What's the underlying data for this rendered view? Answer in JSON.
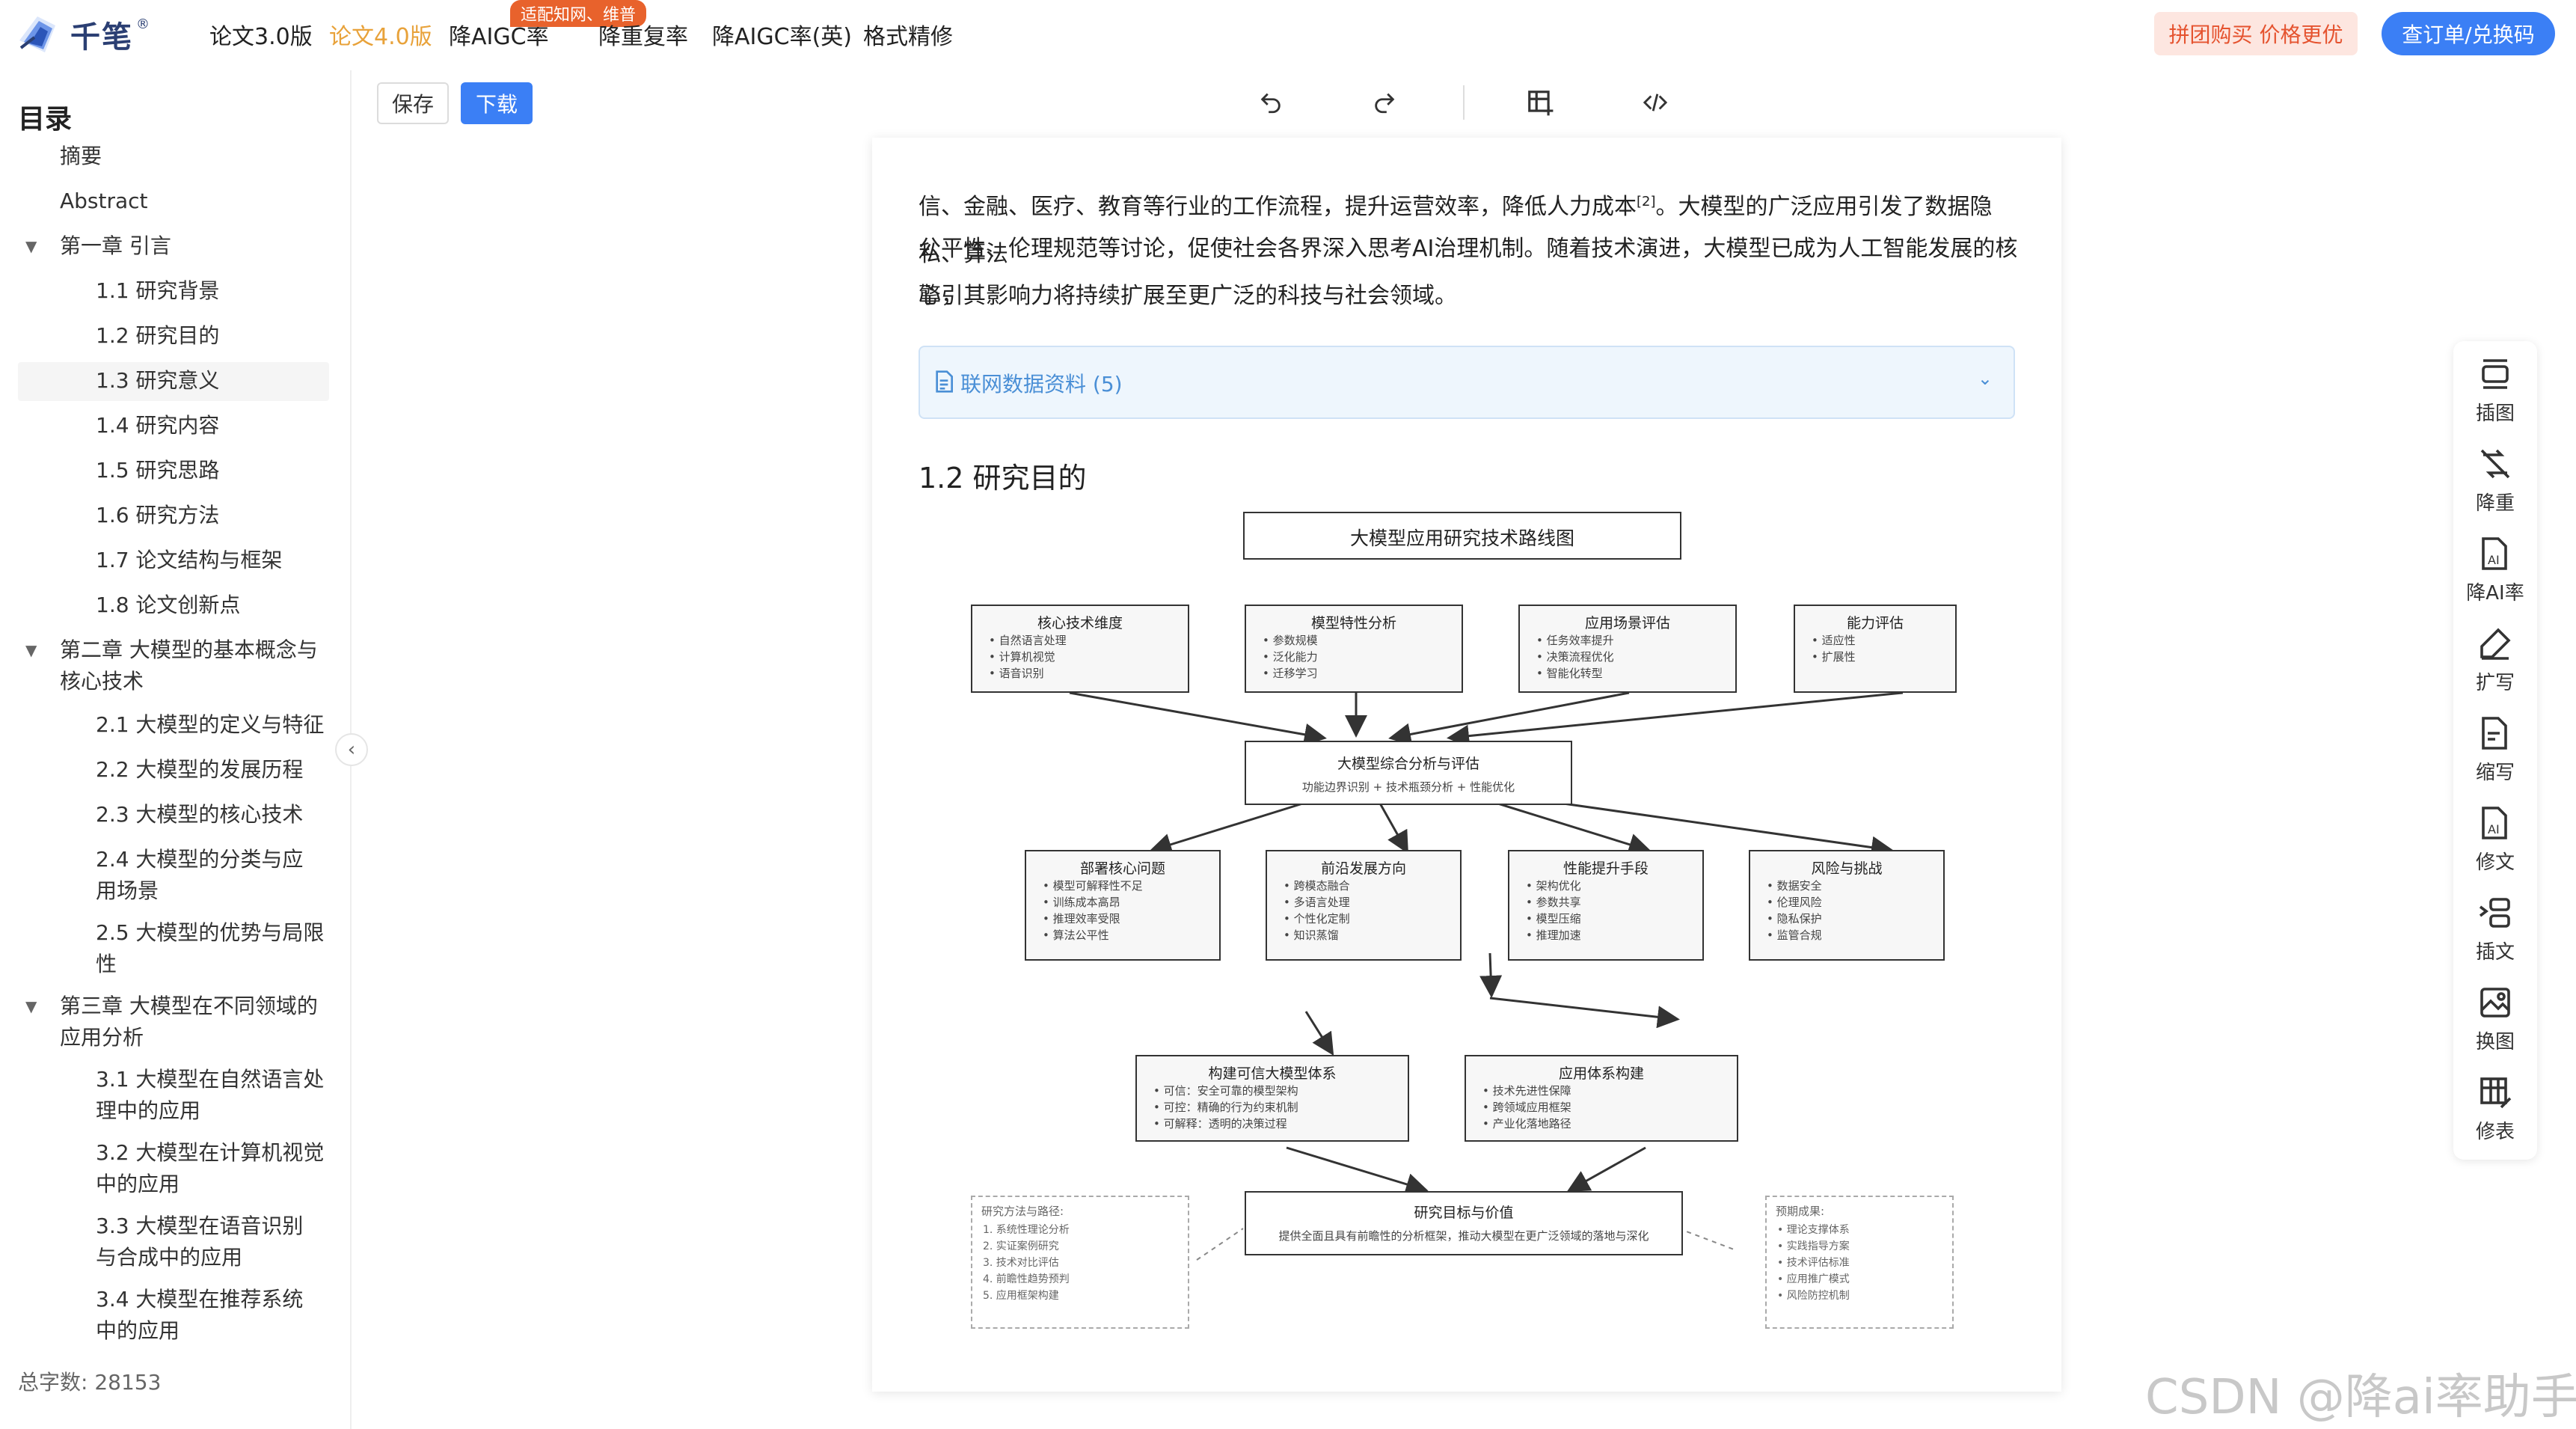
{
  "brand": {
    "name": "千笔",
    "reg_mark": "®",
    "color": "#2b3f73"
  },
  "nav": {
    "items": [
      "论文3.0版",
      "论文4.0版",
      "降AIGC率",
      "降重复率",
      "降AIGC率(英)",
      "格式精修"
    ],
    "active_index": 1,
    "badge": "适配知网、维普",
    "group_buy": "拼团购买 价格更优",
    "order": "查订单/兑换码"
  },
  "colors": {
    "accent": "#3b7ff5",
    "active_nav": "#e8a23a",
    "badge": "#e8622c"
  },
  "sidebar": {
    "title": "目录",
    "items": [
      {
        "label": "摘要",
        "level": 1
      },
      {
        "label": "Abstract",
        "level": 1
      },
      {
        "label": "第一章 引言",
        "level": 1,
        "expanded": true
      },
      {
        "label": "1.1 研究背景",
        "level": 2
      },
      {
        "label": "1.2 研究目的",
        "level": 2
      },
      {
        "label": "1.3 研究意义",
        "level": 2,
        "selected": true
      },
      {
        "label": "1.4 研究内容",
        "level": 2
      },
      {
        "label": "1.5 研究思路",
        "level": 2
      },
      {
        "label": "1.6 研究方法",
        "level": 2
      },
      {
        "label": "1.7 论文结构与框架",
        "level": 2
      },
      {
        "label": "1.8 论文创新点",
        "level": 2
      },
      {
        "label": "第二章 大模型的基本概念与",
        "label2": "核心技术",
        "level": 1,
        "expanded": true
      },
      {
        "label": "2.1 大模型的定义与特征",
        "level": 2
      },
      {
        "label": "2.2 大模型的发展历程",
        "level": 2
      },
      {
        "label": "2.3 大模型的核心技术",
        "level": 2
      },
      {
        "label": "2.4 大模型的分类与应",
        "label2": "用场景",
        "level": 2
      },
      {
        "label": "2.5 大模型的优势与局限",
        "label2": "性",
        "level": 2
      },
      {
        "label": "第三章 大模型在不同领域的",
        "label2": "应用分析",
        "level": 1,
        "expanded": true
      },
      {
        "label": "3.1 大模型在自然语言处",
        "label2": "理中的应用",
        "level": 2
      },
      {
        "label": "3.2 大模型在计算机视觉",
        "label2": "中的应用",
        "level": 2
      },
      {
        "label": "3.3 大模型在语音识别",
        "label2": "与合成中的应用",
        "level": 2
      },
      {
        "label": "3.4 大模型在推荐系统",
        "label2": "中的应用",
        "level": 2
      }
    ],
    "word_count": "总字数: 28153"
  },
  "toolbar": {
    "save": "保存",
    "download": "下载"
  },
  "doc": {
    "para_lines": [
      "信、金融、医疗、教育等行业的工作流程，提升运营效率，降低人力成本",
      "公平性、伦理规范等讨论，促使社会各界深入思考AI治理机制。随着技术演进，大模型已成为人工智能发展的核心引",
      "擎，其影响力将持续扩展至更广泛的科技与社会领域。"
    ],
    "citation": "[2]",
    "para_tail": "。大模型的广泛应用引发了数据隐私、算法",
    "web_refs": "联网数据资料 (5)",
    "section_title": "1.2 研究目的"
  },
  "diagram": {
    "title": "大模型应用研究技术路线图",
    "row1": [
      {
        "title": "核心技术维度",
        "items": [
          "自然语言处理",
          "计算机视觉",
          "语音识别"
        ]
      },
      {
        "title": "模型特性分析",
        "items": [
          "参数规模",
          "泛化能力",
          "迁移学习"
        ]
      },
      {
        "title": "应用场景评估",
        "items": [
          "任务效率提升",
          "决策流程优化",
          "智能化转型"
        ]
      },
      {
        "title": "能力评估",
        "items": [
          "适应性",
          "扩展性"
        ]
      }
    ],
    "center": {
      "title": "大模型综合分析与评估",
      "sub": "功能边界识别 + 技术瓶颈分析 + 性能优化"
    },
    "row2": [
      {
        "title": "部署核心问题",
        "items": [
          "模型可解释性不足",
          "训练成本高昂",
          "推理效率受限",
          "算法公平性"
        ]
      },
      {
        "title": "前沿发展方向",
        "items": [
          "跨模态融合",
          "多语言处理",
          "个性化定制",
          "知识蒸馏"
        ]
      },
      {
        "title": "性能提升手段",
        "items": [
          "架构优化",
          "参数共享",
          "模型压缩",
          "推理加速"
        ]
      },
      {
        "title": "风险与挑战",
        "items": [
          "数据安全",
          "伦理风险",
          "隐私保护",
          "监管合规"
        ]
      }
    ],
    "row3": [
      {
        "title": "构建可信大模型体系",
        "items": [
          "可信：安全可靠的模型架构",
          "可控：精确的行为约束机制",
          "可解释：透明的决策过程"
        ]
      },
      {
        "title": "应用体系构建",
        "items": [
          "技术先进性保障",
          "跨领域应用框架",
          "产业化落地路径"
        ]
      }
    ],
    "goal": {
      "title": "研究目标与价值",
      "sub": "提供全面且具有前瞻性的分析框架，推动大模型在更广泛领域的落地与深化"
    },
    "left_note": {
      "title": "研究方法与路径:",
      "items": [
        "1. 系统性理论分析",
        "2. 实证案例研究",
        "3. 技术对比评估",
        "4. 前瞻性趋势预判",
        "5. 应用框架构建"
      ]
    },
    "right_note": {
      "title": "预期成果:",
      "items": [
        "理论支撑体系",
        "实践指导方案",
        "技术评估标准",
        "应用推广模式",
        "风险防控机制"
      ]
    }
  },
  "right_tools": [
    "插图",
    "降重",
    "降AI率",
    "扩写",
    "缩写",
    "修文",
    "插文",
    "换图",
    "修表"
  ],
  "watermark": "CSDN @降ai率助手"
}
